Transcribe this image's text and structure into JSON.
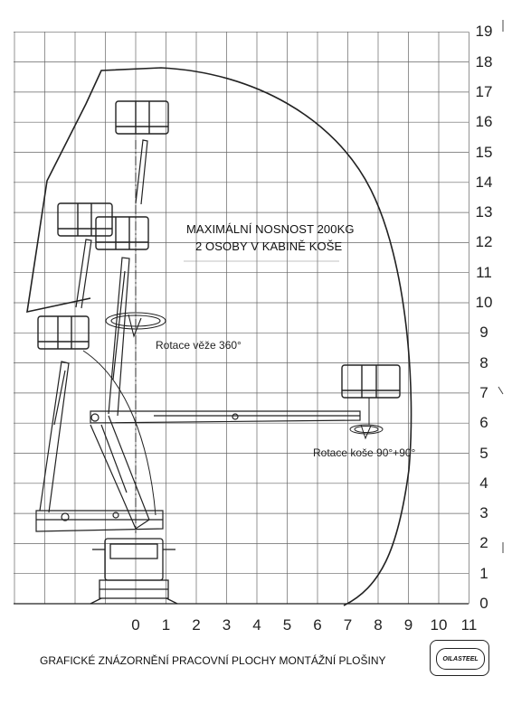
{
  "heading": {
    "line1": "MAXIMÁLNÍ NOSNOST 200KG",
    "line2": "2 OSOBY V KABINĚ KOŠE"
  },
  "notes": {
    "tower_rotation": "Rotace věže 360°",
    "basket_rotation": "Rotace koše 90°+90°"
  },
  "caption": "GRAFICKÉ ZNÁZORNĚNÍ PRACOVNÍ PLOCHY MONTÁŽNÍ PLOŠINY",
  "logo": {
    "text": "OILASTEEL"
  },
  "y_axis": {
    "labels": [
      "0",
      "1",
      "2",
      "3",
      "4",
      "5",
      "6",
      "7",
      "8",
      "9",
      "10",
      "11",
      "12",
      "13",
      "14",
      "15",
      "16",
      "17",
      "18",
      "19"
    ]
  },
  "x_axis": {
    "labels": [
      "0",
      "1",
      "2",
      "3",
      "4",
      "5",
      "6",
      "7",
      "8",
      "9",
      "10",
      "11"
    ]
  }
}
